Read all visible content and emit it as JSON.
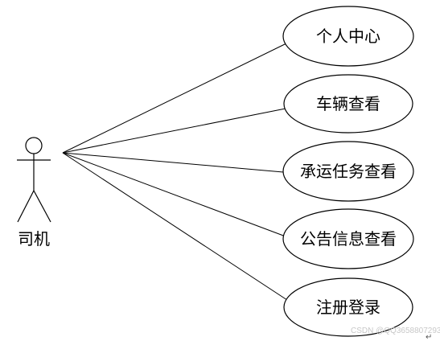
{
  "actor": {
    "label": "司机"
  },
  "use_cases": [
    {
      "label": "个人中心"
    },
    {
      "label": "车辆查看"
    },
    {
      "label": "承运任务查看"
    },
    {
      "label": "公告信息查看"
    },
    {
      "label": "注册登录"
    }
  ],
  "watermark": "CSDN @QQ3658807293",
  "paragraph_mark": "↵",
  "colors": {
    "stroke": "#000000",
    "background": "#ffffff",
    "watermark": "#c8c8c8"
  }
}
